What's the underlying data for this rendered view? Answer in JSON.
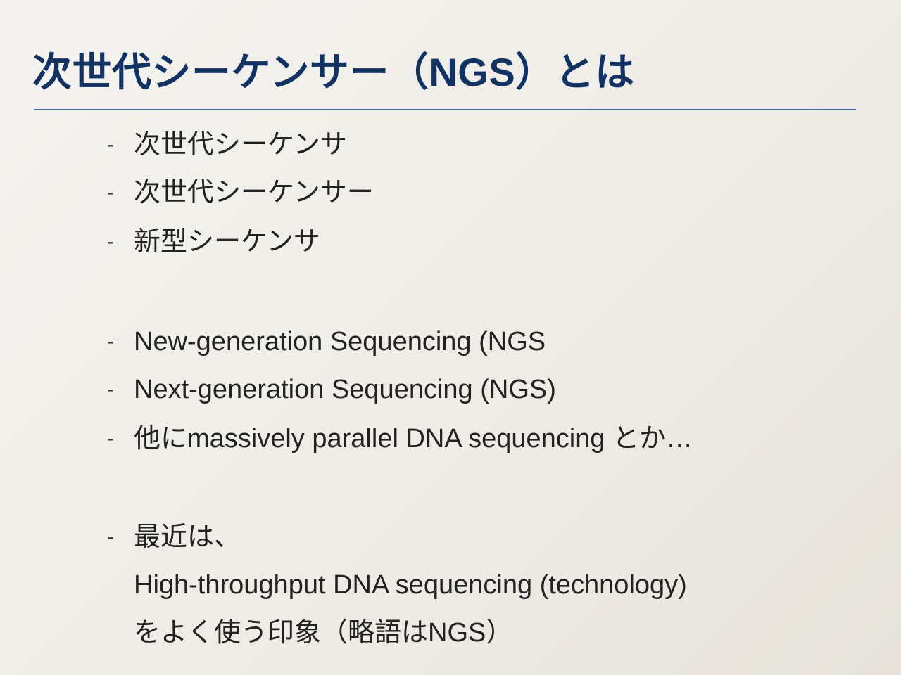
{
  "slide": {
    "title": "次世代シーケンサー（NGS）とは",
    "bullet_marker": "-",
    "bullets": [
      {
        "text": "次世代シーケンサ"
      },
      {
        "text": "次世代シーケンサー"
      },
      {
        "text": "新型シーケンサ"
      },
      {
        "text": "New-generation Sequencing (NGS"
      },
      {
        "text": "Next-generation Sequencing (NGS)"
      },
      {
        "text": "他にmassively parallel DNA sequencing とか…"
      },
      {
        "lines": [
          "最近は、",
          "High-throughput DNA sequencing (technology)",
          "をよく使う印象（略語はNGS）"
        ]
      }
    ]
  },
  "colors": {
    "title": "#123263",
    "rule": "#4b6aa2",
    "body_text": "#222222"
  }
}
